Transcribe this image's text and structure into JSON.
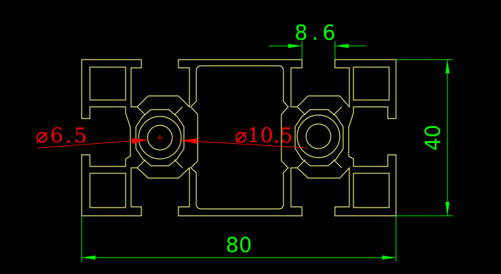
{
  "colors": {
    "background": "#000000",
    "profile": "#f2f280",
    "dimension": "#00ff00",
    "annotation": "#ff0000",
    "center_mark": "#ff0000"
  },
  "dimensions": {
    "overall_width": "80",
    "overall_height": "40",
    "slot_width": "8.6"
  },
  "annotations": {
    "small_hole": "⌀6.5",
    "large_hole": "⌀10.5"
  }
}
